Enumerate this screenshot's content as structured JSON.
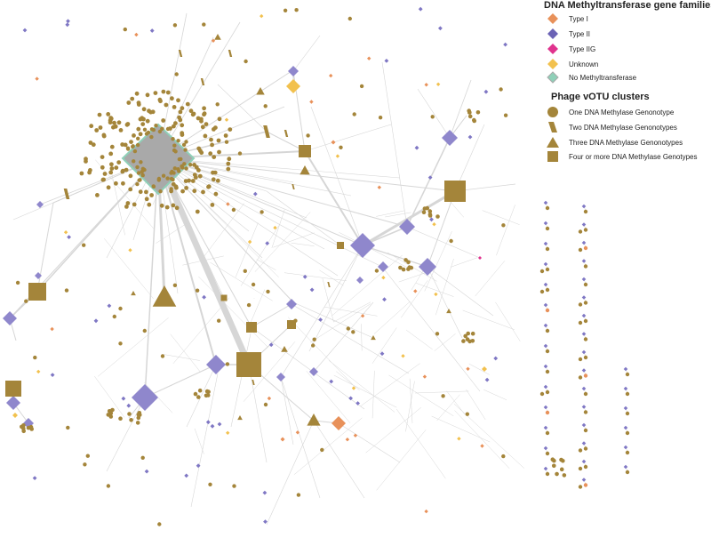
{
  "legend": {
    "methyltransferase": {
      "title": "DNA Methyltransferase gene families",
      "items": [
        {
          "label": "Type I",
          "color": "#E8915A",
          "shape": "diamond"
        },
        {
          "label": "Type II",
          "color": "#6B63B5",
          "shape": "diamond"
        },
        {
          "label": "Type IIG",
          "color": "#E0338E",
          "shape": "diamond"
        },
        {
          "label": "Unknown",
          "color": "#F2C14E",
          "shape": "diamond"
        },
        {
          "label": "No Methyltransferase",
          "color": "#8FD0B8",
          "shape": "diamond"
        }
      ]
    },
    "clusters": {
      "title": "Phage vOTU clusters",
      "items": [
        {
          "label": "One DNA Methylase Genonotype",
          "color": "#A4853A",
          "shape": "circle"
        },
        {
          "label": "Two DNA Methylase Genonotypes",
          "color": "#A4853A",
          "shape": "parallelogram"
        },
        {
          "label": "Three DNA Methylase Genonotypes",
          "color": "#A4853A",
          "shape": "triangle"
        },
        {
          "label": "Four or more DNA Methylase Genotypes",
          "color": "#A4853A",
          "shape": "square"
        }
      ]
    }
  },
  "colors": {
    "edge": "#d4d4d4",
    "hub_fill": "#a8a8a8",
    "hub_outline": "#8FD0B8",
    "phage": "#A4853A",
    "type_ii_node": "#8F87CC"
  }
}
